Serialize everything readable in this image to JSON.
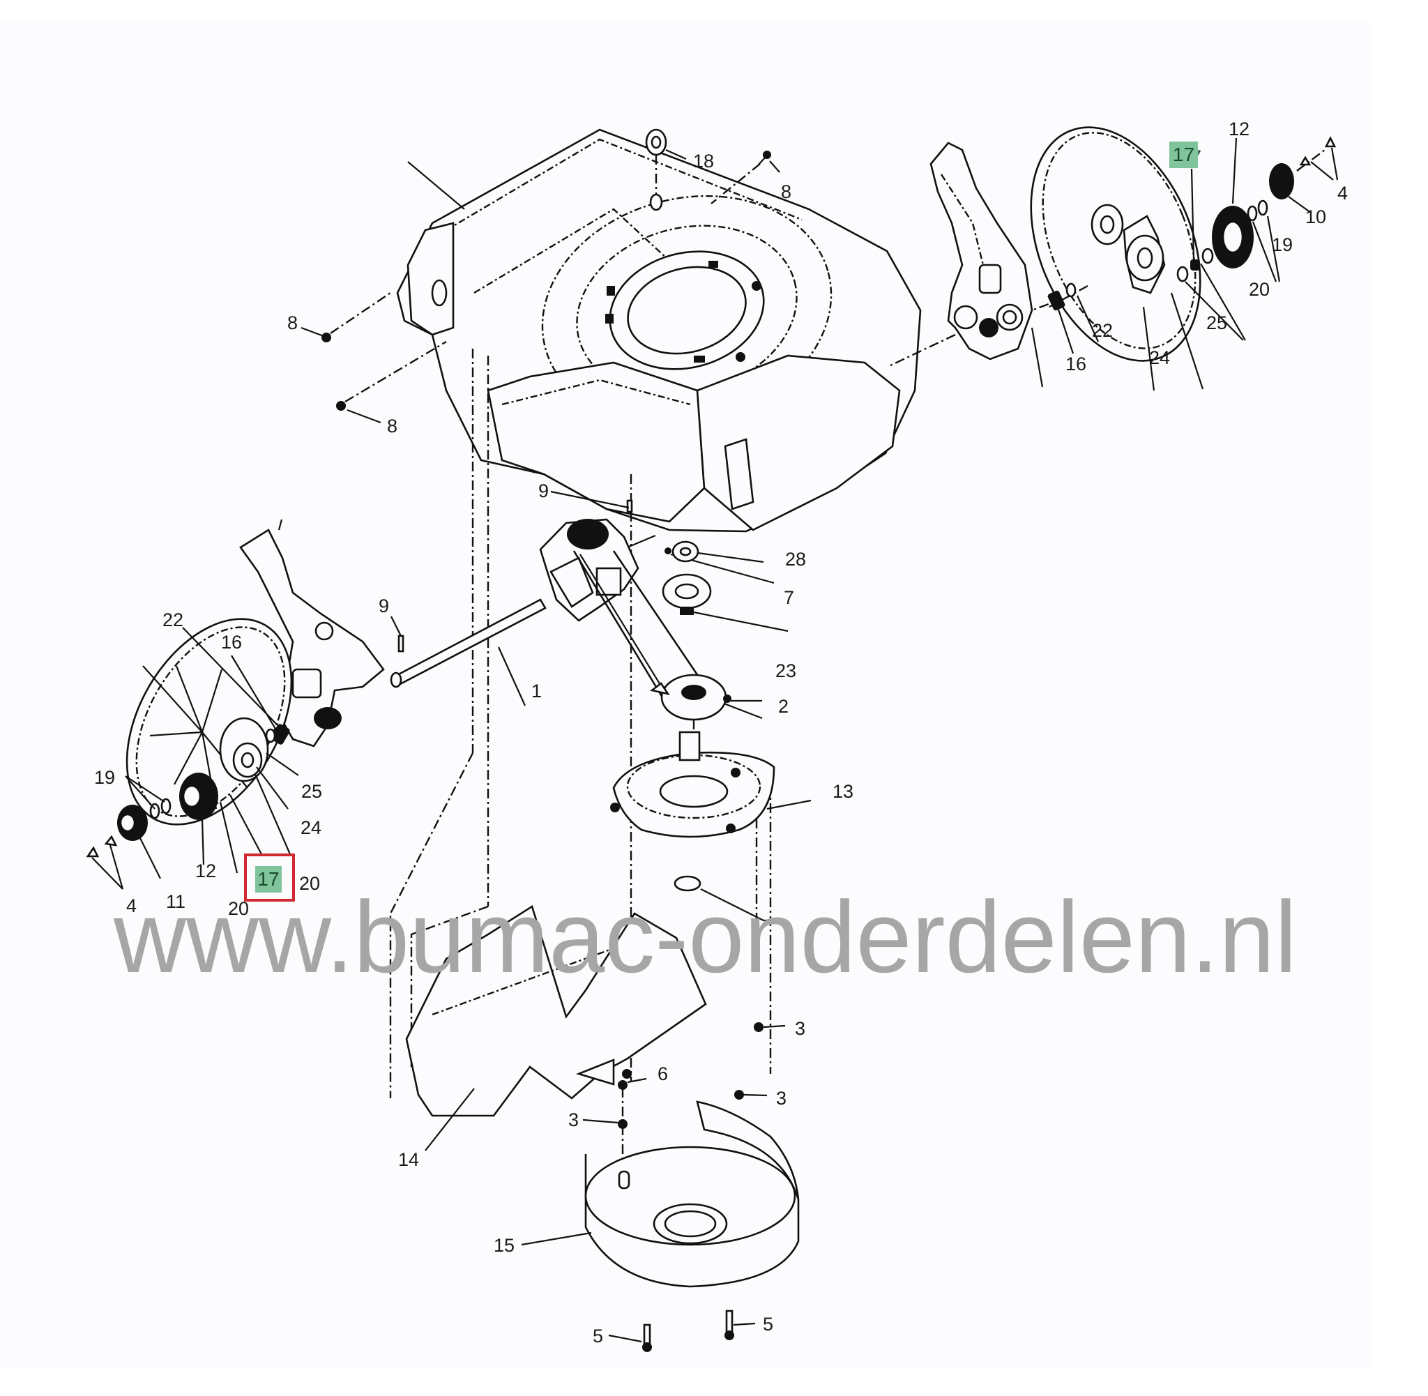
{
  "diagram": {
    "type": "exploded-parts-diagram",
    "subject": "lawn mower deck, drive and rear wheel assembly",
    "highlighted_part": "17",
    "colors": {
      "highlight_fill": "#7fc49a",
      "highlight_text": "#1a4a2a",
      "highlight_frame": "#d02a30",
      "watermark": "#a6a6a6",
      "line": "#111111",
      "background": "#fcfcfe"
    },
    "labels": {
      "top_washer_18": "18",
      "top_bolt_8_right": "8",
      "deck_bolt_8_left_upper": "8",
      "deck_bolt_8_left_lower": "8",
      "right_wheel_17": "17",
      "right_wheel_12": "12",
      "right_wheel_4": "4",
      "right_wheel_10": "10",
      "right_wheel_19": "19",
      "right_wheel_20": "20",
      "right_wheel_25": "25",
      "right_wheel_24": "24",
      "right_wheel_22": "22",
      "right_wheel_16": "16",
      "center_pin_9_top": "9",
      "center_28": "28",
      "center_7": "7",
      "left_pin_9": "9",
      "shaft_1": "1",
      "belt_23": "23",
      "pulley_2": "2",
      "baffle_13": "13",
      "left_wheel_22": "22",
      "left_wheel_16": "16",
      "left_wheel_25": "25",
      "left_wheel_19": "19",
      "left_wheel_24": "24",
      "left_wheel_12": "12",
      "left_wheel_20_right": "20",
      "left_wheel_17": "17",
      "left_wheel_4": "4",
      "left_wheel_11": "11",
      "left_wheel_20_left": "20",
      "screw_3_right_upper": "3",
      "screw_6": "6",
      "screw_3_right_lower": "3",
      "screw_3_left": "3",
      "baffle_14": "14",
      "baffle_15": "15",
      "bolt_5_left": "5",
      "bolt_5_right": "5"
    },
    "watermark": "www.bumac-onderdelen.nl"
  }
}
